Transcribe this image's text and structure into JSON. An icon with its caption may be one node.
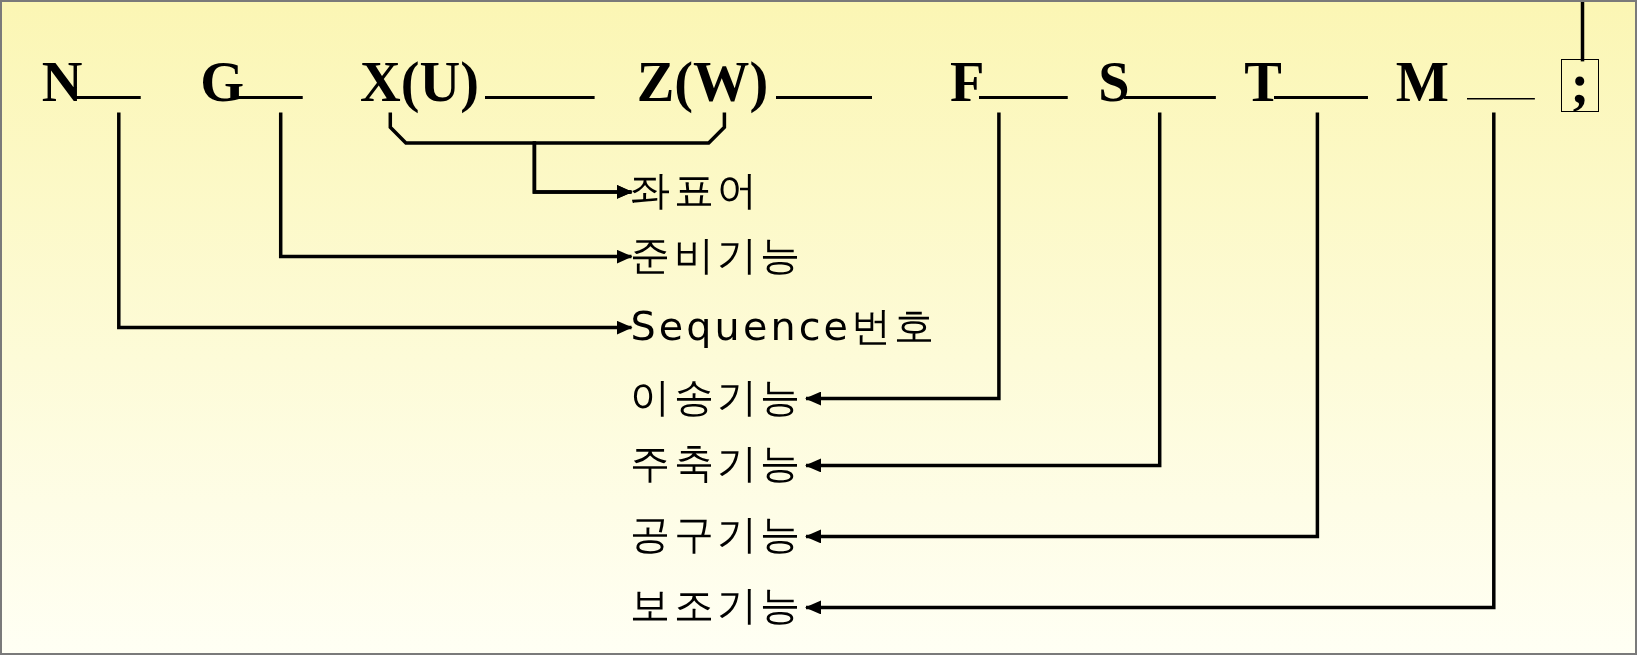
{
  "diagram": {
    "nodes": [
      {
        "text": [
          "N"
        ]
      },
      {
        "text": [
          "G"
        ]
      },
      {
        "text": [
          "X(U)"
        ]
      },
      {
        "text": [
          "Z(W)"
        ]
      },
      {
        "text": [
          "F"
        ]
      },
      {
        "text": [
          "S"
        ]
      },
      {
        "text": [
          "T"
        ]
      },
      {
        "text": [
          "M"
        ]
      },
      {
        "text": [
          ";"
        ]
      },
      {
        "text": [
          "좌표어"
        ]
      },
      {
        "text": [
          "준비기능"
        ]
      },
      {
        "text": [
          "Sequence번호"
        ]
      },
      {
        "text": [
          "이송기능"
        ]
      },
      {
        "text": [
          "주축기능"
        ]
      },
      {
        "text": [
          "공구기능"
        ]
      },
      {
        "text": [
          "보조기능"
        ]
      }
    ],
    "edges": [
      {
        "from": 0,
        "to": 11,
        "arrow": "to"
      },
      {
        "from": 1,
        "to": 10,
        "arrow": "to"
      },
      {
        "from": 2,
        "to": 9,
        "arrow": "to"
      },
      {
        "from": 3,
        "to": 9,
        "arrow": "to"
      },
      {
        "from": 4,
        "to": 12,
        "arrow": "to"
      },
      {
        "from": 5,
        "to": 13,
        "arrow": "to"
      },
      {
        "from": 6,
        "to": 14,
        "arrow": "to"
      },
      {
        "from": 7,
        "to": 15,
        "arrow": "to"
      },
      {
        "from": 8,
        "to": null,
        "arrow": "none"
      }
    ]
  }
}
